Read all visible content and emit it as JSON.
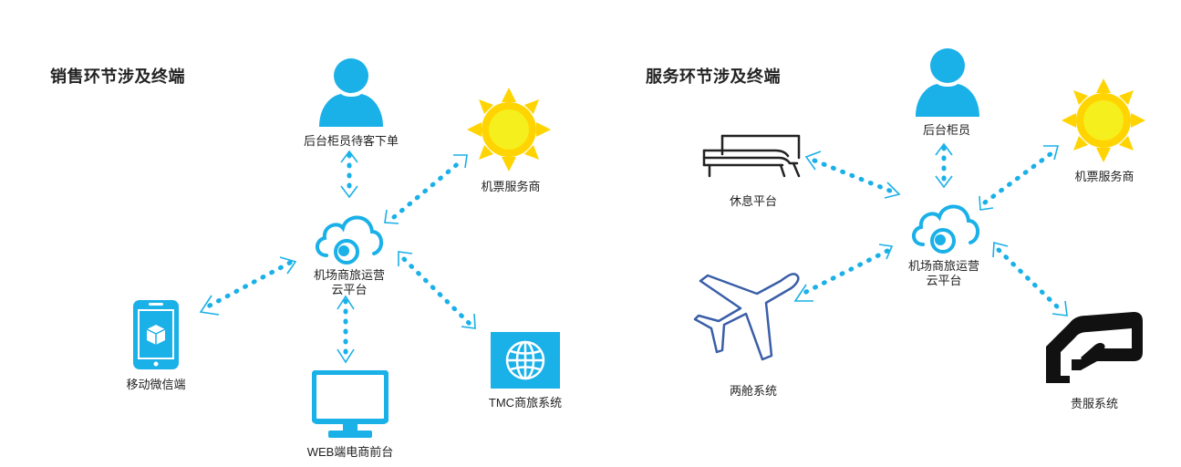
{
  "sales": {
    "title": "销售环节涉及终端",
    "center_label_line1": "机场商旅运营",
    "center_label_line2": "云平台",
    "nodes": {
      "staff": "后台柜员待客下单",
      "airline": "机票服务商",
      "mobile": "移动微信端",
      "web": "WEB端电商前台",
      "tmc": "TMC商旅系统"
    }
  },
  "service": {
    "title": "服务环节涉及终端",
    "center_label_line1": "机场商旅运营",
    "center_label_line2": "云平台",
    "nodes": {
      "staff": "后台柜员",
      "lounge": "休息平台",
      "airline": "机票服务商",
      "cabin": "两舱系统",
      "vip": "贵服系统"
    }
  },
  "colors": {
    "accent": "#1ab0e8",
    "sun_outer": "#ffd400",
    "sun_inner": "#f5ef1d",
    "plane": "#3a5ea8"
  }
}
